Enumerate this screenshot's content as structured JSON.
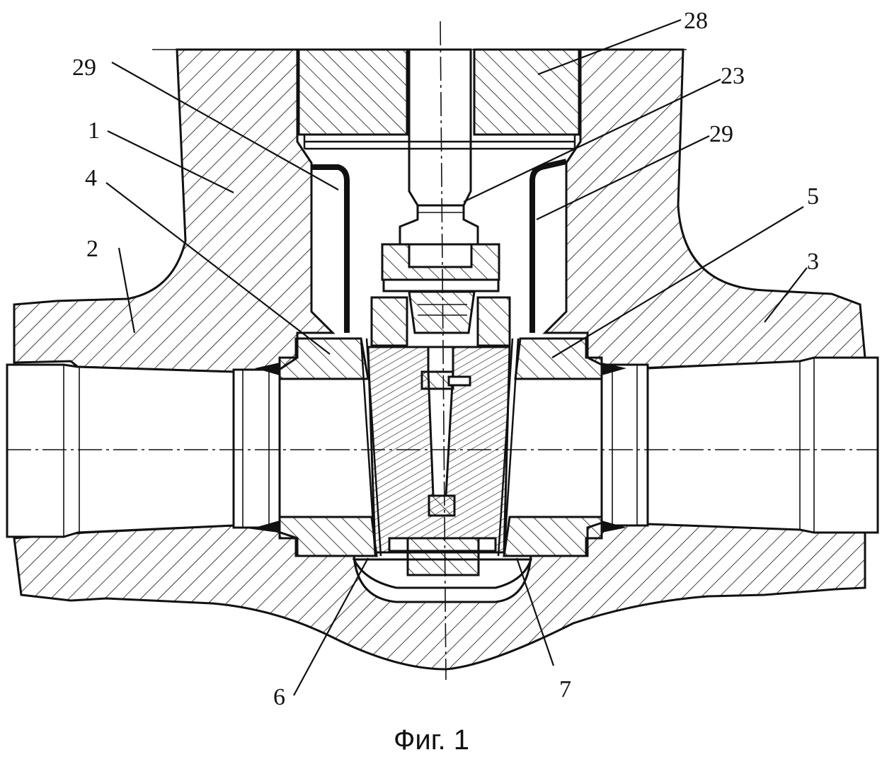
{
  "figure": {
    "caption": "Фиг. 1",
    "labels": {
      "l1": "1",
      "l2": "2",
      "l3": "3",
      "l4": "4",
      "l5": "5",
      "l6": "6",
      "l7": "7",
      "l23": "23",
      "l28": "28",
      "l29_left": "29",
      "l29_right": "29"
    }
  }
}
